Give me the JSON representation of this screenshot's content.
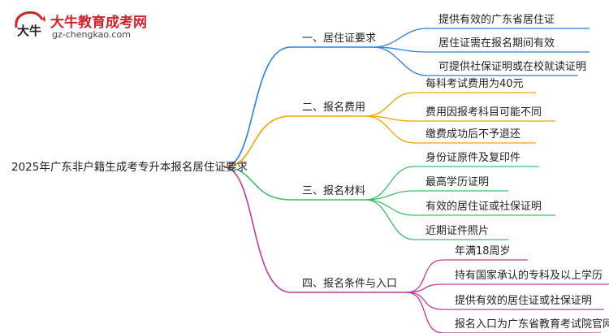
{
  "logo": {
    "title": "大牛教育成考网",
    "url": "gz-chengkao.com",
    "mark_text": "大牛",
    "colors": {
      "title": "#d2232a",
      "mark": "#222222"
    }
  },
  "root": {
    "label": "2025年广东非户籍生成考专升本报名居住证要求"
  },
  "branches": [
    {
      "label": "一、居住证要求",
      "color": "#2f7fdc",
      "children": [
        "提供有效的广东省居住证",
        "居住证需在报名期间有效",
        "可提供社保证明或在校就读证明"
      ]
    },
    {
      "label": "二、报名费用",
      "color": "#f0a500",
      "children": [
        "每科考试费用为40元",
        "费用因报考科目可能不同",
        "缴费成功后不予退还"
      ]
    },
    {
      "label": "三、报名材料",
      "color": "#3cbf6a",
      "children": [
        "身份证原件及复印件",
        "最高学历证明",
        "有效的居住证或社保证明",
        "近期证件照片"
      ]
    },
    {
      "label": "四、报名条件与入口",
      "color": "#c0399f",
      "children": [
        "年满18周岁",
        "持有国家承认的专科及以上学历",
        "提供有效的居住证或社保证明",
        "报名入口为广东省教育考试院官网"
      ]
    }
  ]
}
